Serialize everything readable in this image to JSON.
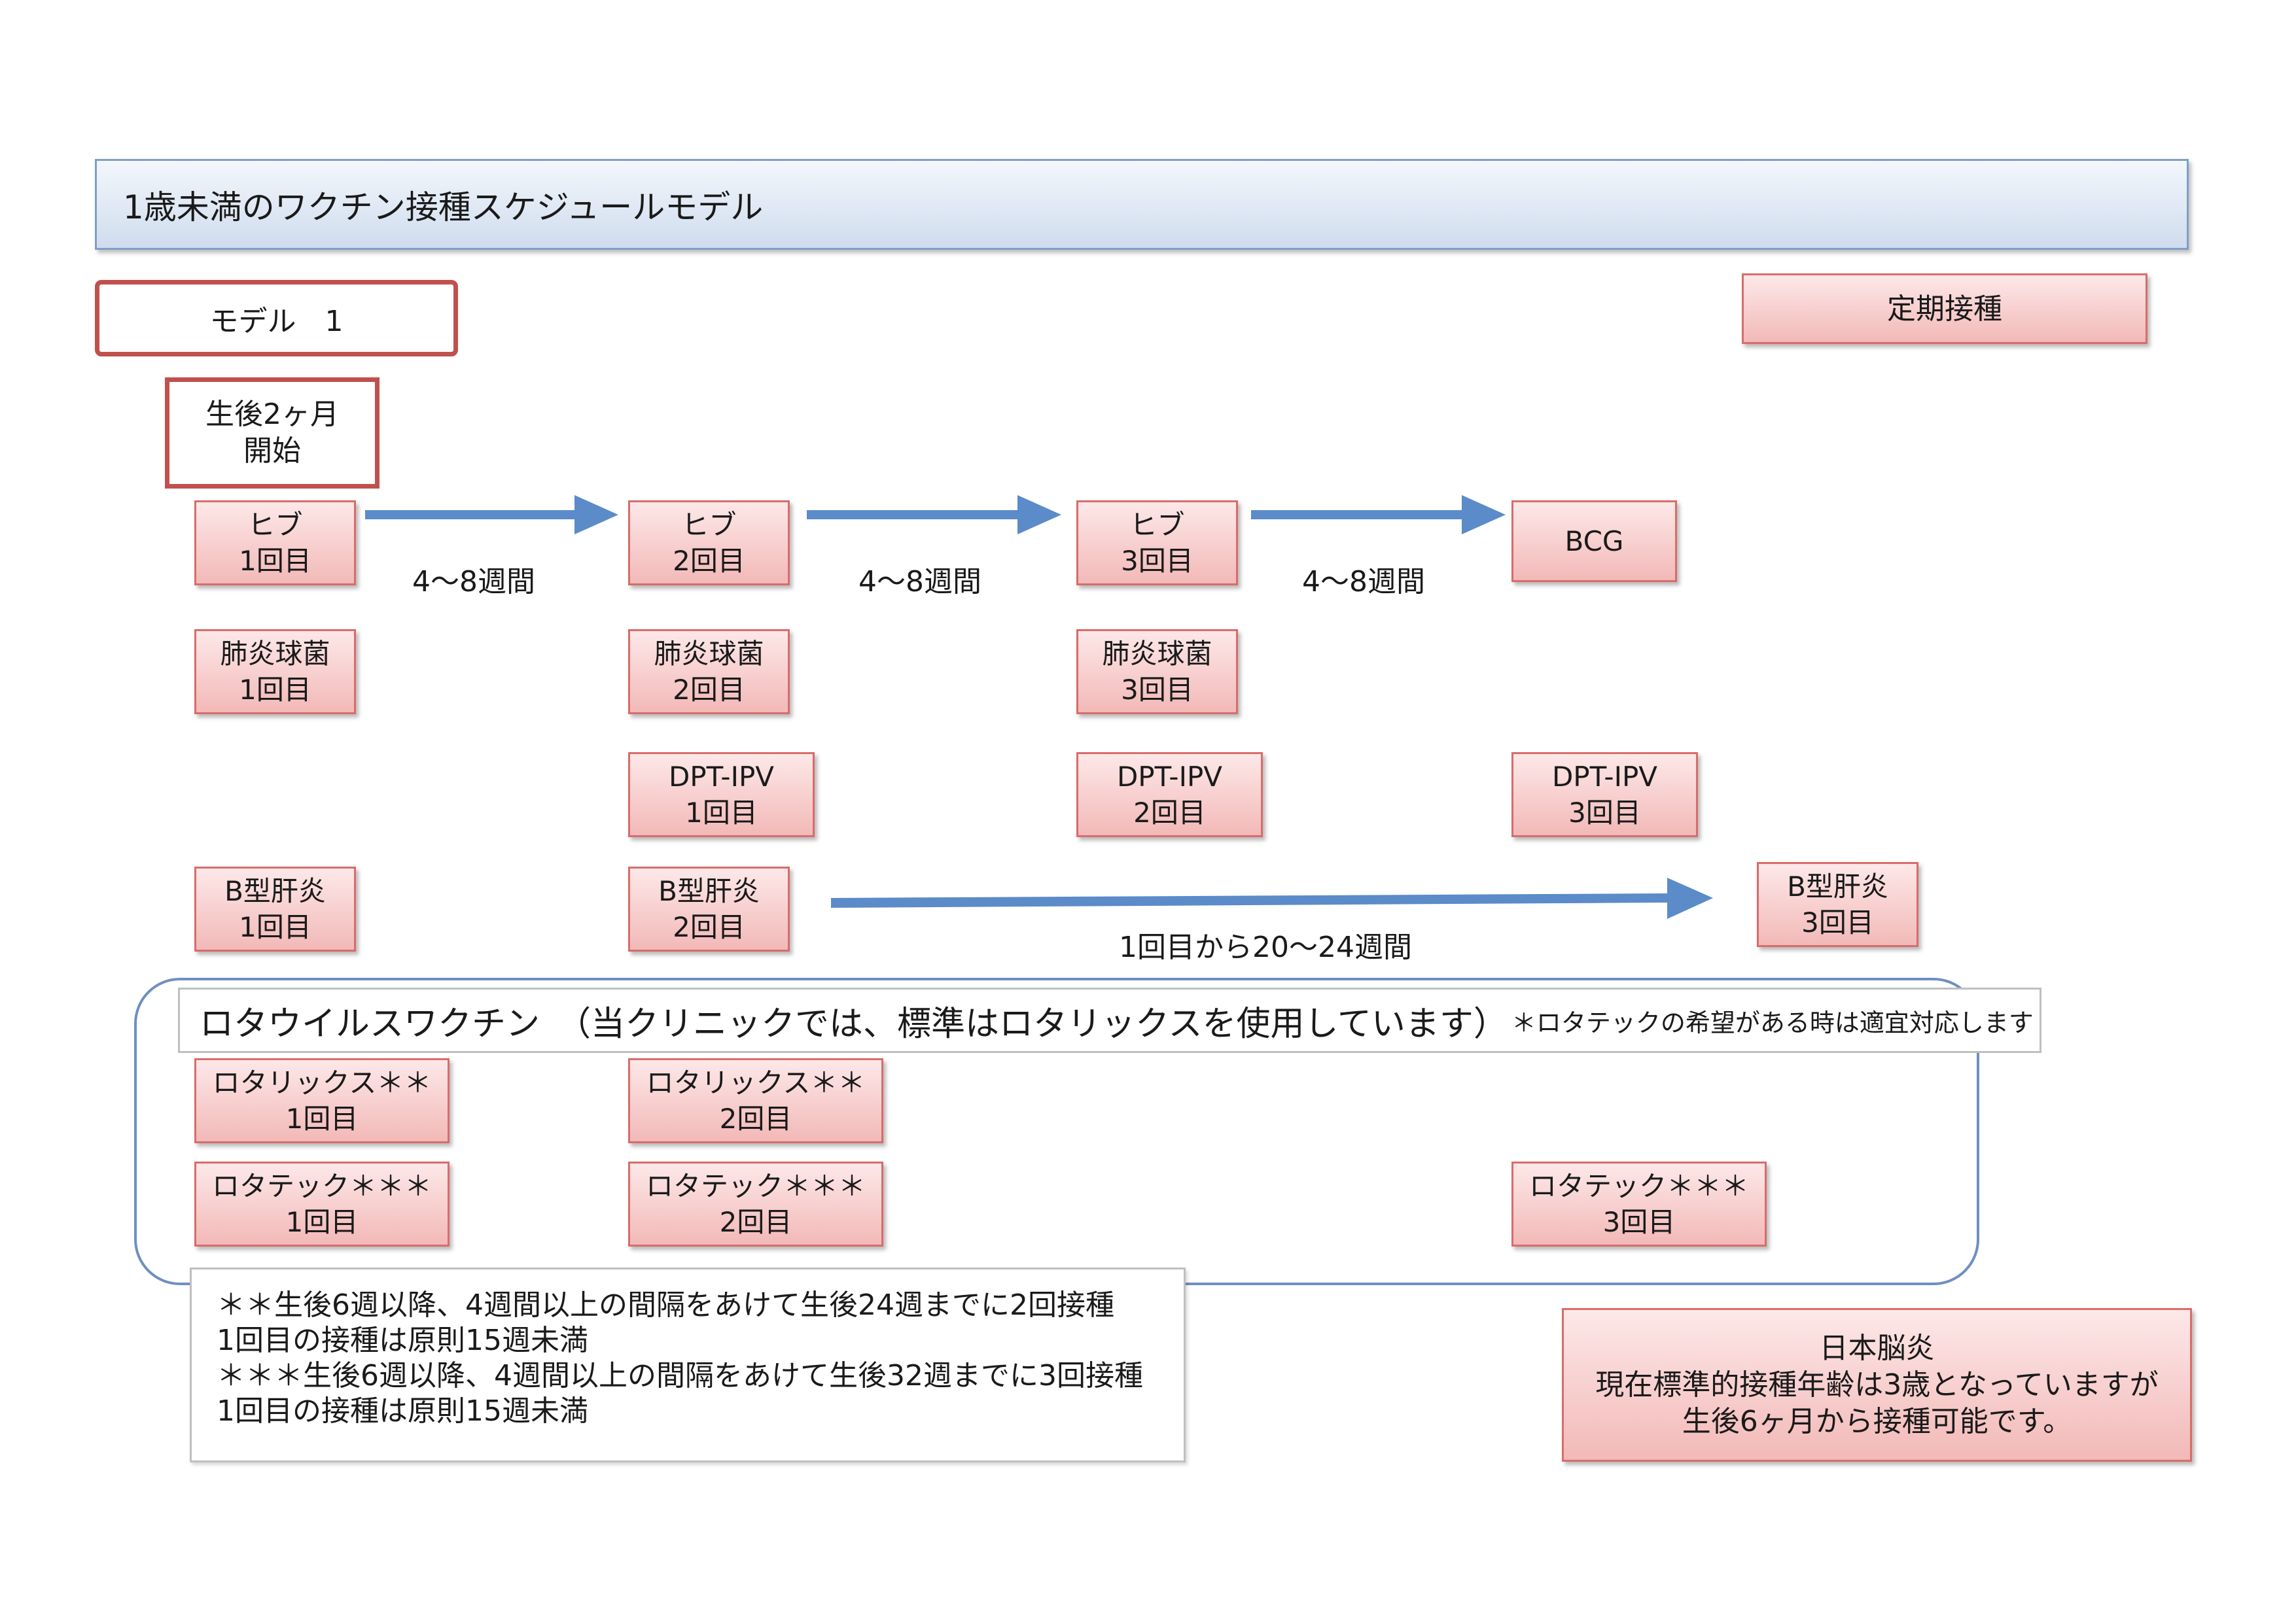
{
  "title": "1歳未満のワクチン接種スケジュールモデル",
  "model_label": "モデル　1",
  "legend_label": "定期接種",
  "start": {
    "line1": "生後2ヶ月",
    "line2": "開始"
  },
  "interval_label": "4～8週間",
  "hepb_interval_label": "1回目から20～24週間",
  "vaccines": {
    "hib": {
      "name": "ヒブ",
      "doses": [
        "1回目",
        "2回目",
        "3回目"
      ]
    },
    "bcg": {
      "name": "BCG"
    },
    "pneumo": {
      "name": "肺炎球菌",
      "doses": [
        "1回目",
        "2回目",
        "3回目"
      ]
    },
    "dpt": {
      "name": "DPT-IPV",
      "doses": [
        "1回目",
        "2回目",
        "3回目"
      ]
    },
    "hepb": {
      "name": "B型肝炎",
      "doses": [
        "1回目",
        "2回目",
        "3回目"
      ]
    },
    "rotarix": {
      "name": "ロタリックス＊＊",
      "doses": [
        "1回目",
        "2回目"
      ]
    },
    "rotateq": {
      "name": "ロタテック＊＊＊",
      "doses": [
        "1回目",
        "2回目",
        "3回目"
      ]
    }
  },
  "rota_header": {
    "main": "ロタウイルスワクチン　（当クリニックでは、標準はロタリックスを使用しています）",
    "note": "＊ロタテックの希望がある時は適宜対応します"
  },
  "notes": [
    "＊＊生後6週以降、4週間以上の間隔をあけて生後24週までに2回接種",
    "1回目の接種は原則15週未満",
    "＊＊＊生後6週以降、4週間以上の間隔をあけて生後32週までに3回接種",
    "1回目の接種は原則15週未満"
  ],
  "japanese_encephalitis": {
    "name": "日本脳炎",
    "line2": "現在標準的接種年齢は3歳となっていますが",
    "line3": "生後6ヶ月から接種可能です。"
  },
  "colors": {
    "arrow": "#5b8bc8",
    "box_fill_top": "#fde8e8",
    "box_fill_bottom": "#f2b9b8",
    "box_border": "#d96c6a",
    "model_border": "#c0504d",
    "title_fill": "#dbe5f1",
    "rota_frame": "#6f8fbf"
  }
}
